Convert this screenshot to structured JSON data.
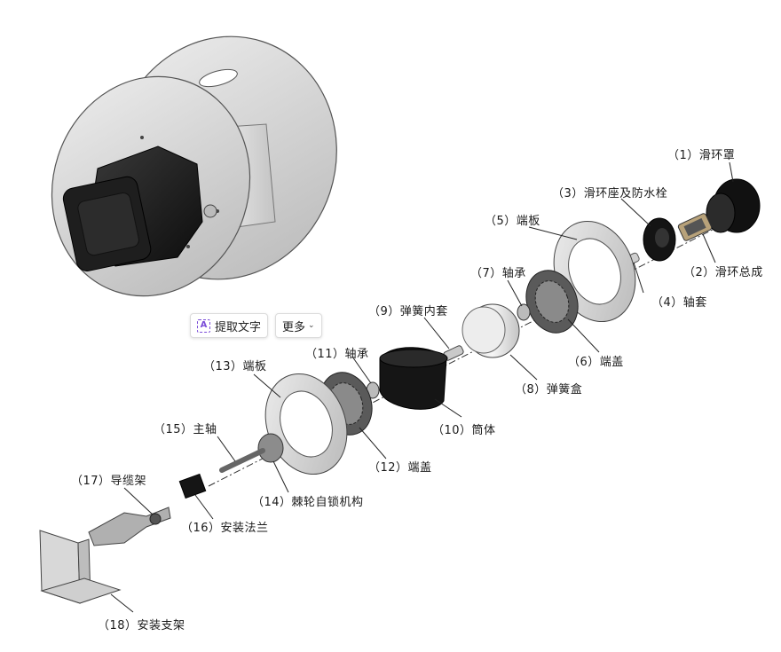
{
  "labels": {
    "p1": "（1）滑环罩",
    "p2": "（2）滑环总成",
    "p3": "（3）滑环座及防水栓",
    "p4": "（4）轴套",
    "p5": "（5）端板",
    "p6": "（6）端盖",
    "p7": "（7）轴承",
    "p8": "（8）弹簧盒",
    "p9": "（9）弹簧内套",
    "p10": "（10）筒体",
    "p11": "（11）轴承",
    "p12": "（12）端盖",
    "p13": "（13）端板",
    "p14": "（14）棘轮自锁机构",
    "p15": "（15）主轴",
    "p16": "（16）安装法兰",
    "p17": "（17）导缆架",
    "p18": "（18）安装支架"
  },
  "toolbar": {
    "extract_text_label": "提取文字",
    "extract_icon_glyph": "A",
    "more_label": "更多"
  },
  "colors": {
    "metal": "#cfcfcf",
    "metal_dark": "#9a9a9a",
    "black_part": "#1c1c1c",
    "accent_icon": "#7b4dd8"
  }
}
